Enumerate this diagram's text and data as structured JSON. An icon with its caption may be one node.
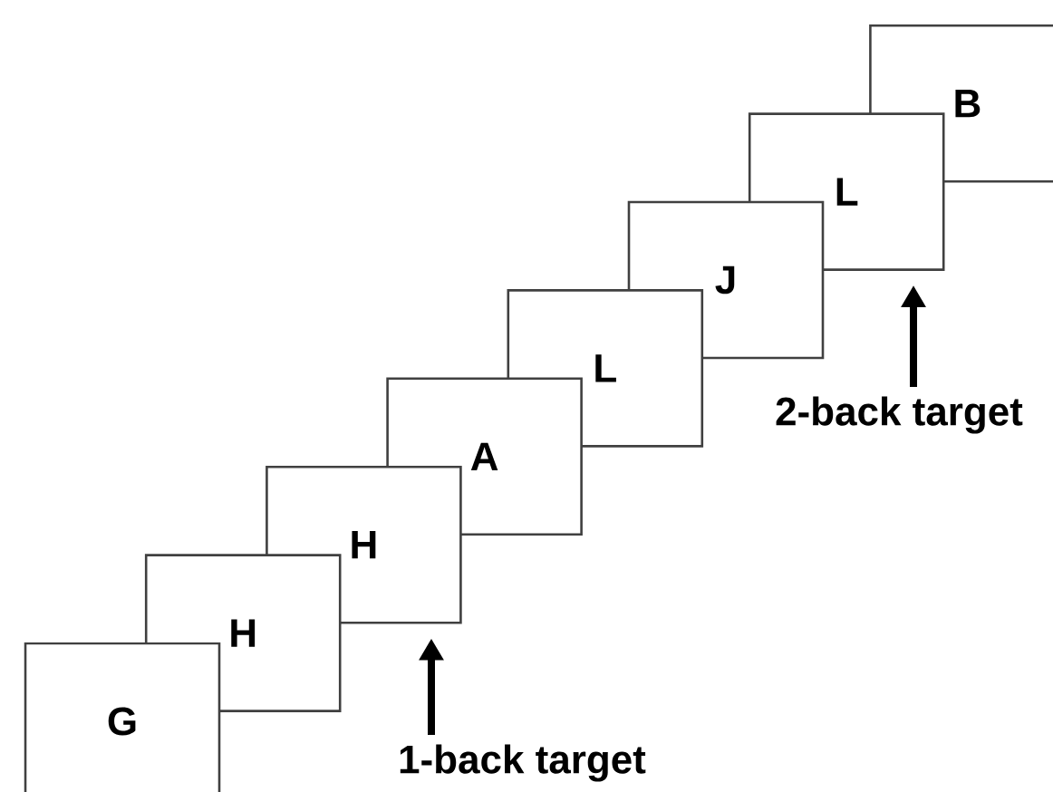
{
  "diagram": {
    "nodes": [
      {
        "text": [
          "G"
        ]
      },
      {
        "text": [
          "H"
        ]
      },
      {
        "text": [
          "H"
        ]
      },
      {
        "text": [
          "A"
        ]
      },
      {
        "text": [
          "L"
        ]
      },
      {
        "text": [
          "J"
        ]
      },
      {
        "text": [
          "L"
        ]
      },
      {
        "text": [
          "B"
        ]
      },
      {
        "text": [
          "1-back target"
        ]
      },
      {
        "text": [
          "2-back target"
        ]
      }
    ],
    "edges": [
      {
        "from": 8,
        "to": 2,
        "arrow": "to"
      },
      {
        "from": 9,
        "to": 6,
        "arrow": "to"
      }
    ]
  }
}
